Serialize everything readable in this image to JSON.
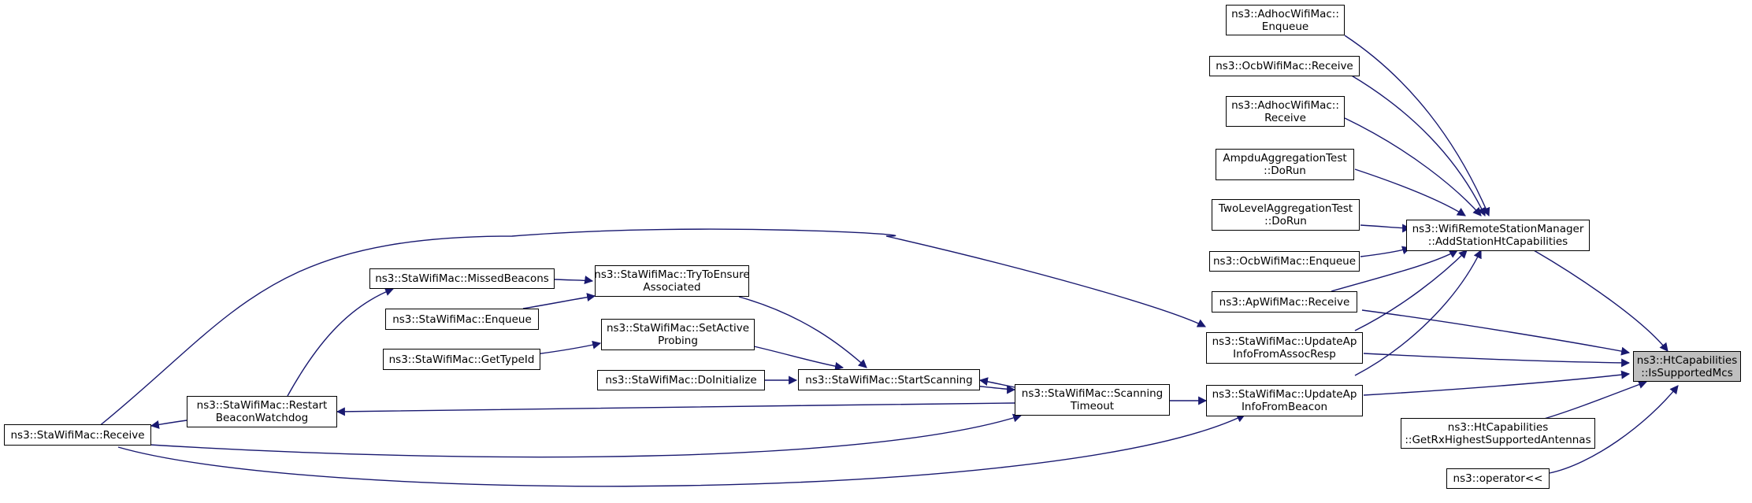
{
  "graph": {
    "nodes": {
      "focus": [
        "ns3::HtCapabilities",
        "::IsSupportedMcs"
      ],
      "wrsm": [
        "ns3::WifiRemoteStationManager",
        "::AddStationHtCapabilities"
      ],
      "adhoc_enqueue": [
        "ns3::AdhocWifiMac::",
        "Enqueue"
      ],
      "ocb_receive": [
        "ns3::OcbWifiMac::Receive"
      ],
      "adhoc_receive": [
        "ns3::AdhocWifiMac::",
        "Receive"
      ],
      "ampdu": [
        "AmpduAggregationTest",
        "::DoRun"
      ],
      "twolevel": [
        "TwoLevelAggregationTest",
        "::DoRun"
      ],
      "ocb_enqueue": [
        "ns3::OcbWifiMac::Enqueue"
      ],
      "ap_receive": [
        "ns3::ApWifiMac::Receive"
      ],
      "upd_assoc": [
        "ns3::StaWifiMac::UpdateAp",
        "InfoFromAssocResp"
      ],
      "upd_beacon": [
        "ns3::StaWifiMac::UpdateAp",
        "InfoFromBeacon"
      ],
      "rx_antennas": [
        "ns3::HtCapabilities",
        "::GetRxHighestSupportedAntennas"
      ],
      "operator": [
        "ns3::operator<<"
      ],
      "scan_timeout": [
        "ns3::StaWifiMac::Scanning",
        "Timeout"
      ],
      "start_scanning": [
        "ns3::StaWifiMac::StartScanning"
      ],
      "try_ensure": [
        "ns3::StaWifiMac::TryToEnsure",
        "Associated"
      ],
      "set_active": [
        "ns3::StaWifiMac::SetActive",
        "Probing"
      ],
      "do_initialize": [
        "ns3::StaWifiMac::DoInitialize"
      ],
      "missed_beacons": [
        "ns3::StaWifiMac::MissedBeacons"
      ],
      "sta_enqueue": [
        "ns3::StaWifiMac::Enqueue"
      ],
      "get_type_id": [
        "ns3::StaWifiMac::GetTypeId"
      ],
      "restart_bw": [
        "ns3::StaWifiMac::Restart",
        "BeaconWatchdog"
      ],
      "sta_receive": [
        "ns3::StaWifiMac::Receive"
      ]
    }
  },
  "colors": {
    "edge": "#191970",
    "focus_fill": "#bfbfbf",
    "node_border": "#000000"
  }
}
